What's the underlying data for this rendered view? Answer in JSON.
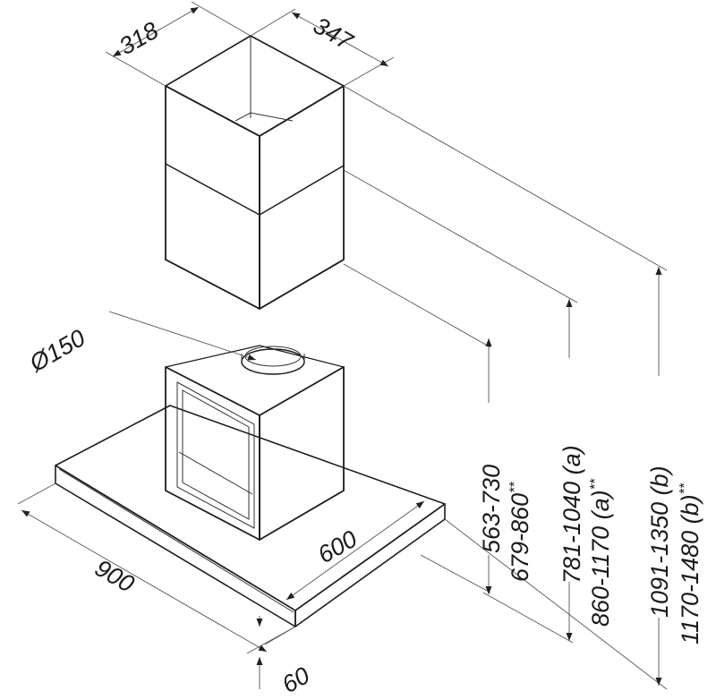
{
  "dimensions": {
    "chimney_width": "318",
    "chimney_depth": "347",
    "duct_diameter": "Ø150",
    "hood_width": "900",
    "hood_depth": "600",
    "glass_thickness": "60"
  },
  "heights": [
    {
      "range": "563-730",
      "note": ""
    },
    {
      "range": "679-860",
      "note": "**"
    },
    {
      "range": "781-1040 (a)",
      "note": ""
    },
    {
      "range": "860-1170 (a)",
      "note": "**"
    },
    {
      "range": "1091-1350 (b)",
      "note": ""
    },
    {
      "range": "1170-1480 (b)",
      "note": "**"
    }
  ]
}
